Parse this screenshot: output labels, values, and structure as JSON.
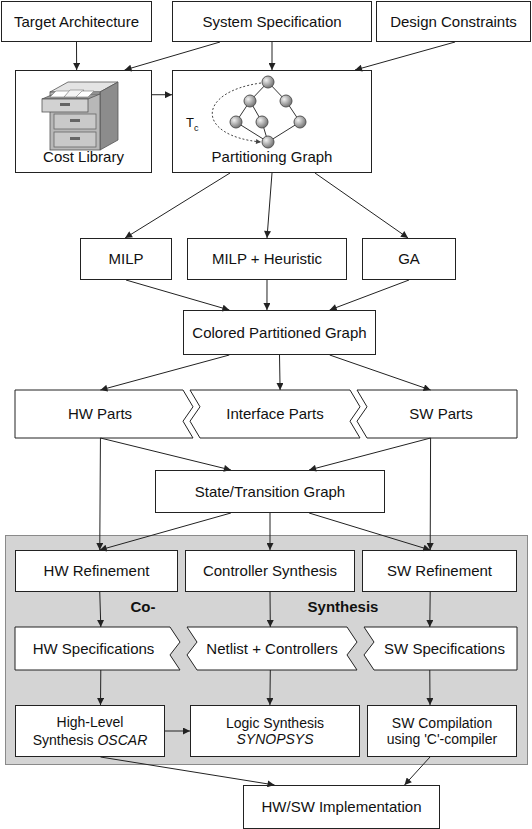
{
  "diagram": {
    "nodes": [
      {
        "text": [
          "Target Architecture"
        ]
      },
      {
        "text": [
          "System Specification"
        ]
      },
      {
        "text": [
          "Design Constraints"
        ]
      },
      {
        "text": [
          "Cost Library"
        ]
      },
      {
        "text": [
          "Partitioning Graph"
        ]
      },
      {
        "text": [
          "MILP"
        ]
      },
      {
        "text": [
          "MILP + Heuristic"
        ]
      },
      {
        "text": [
          "GA"
        ]
      },
      {
        "text": [
          "Colored Partitioned Graph"
        ]
      },
      {
        "text": [
          "HW Parts"
        ]
      },
      {
        "text": [
          "Interface Parts"
        ]
      },
      {
        "text": [
          "SW Parts"
        ]
      },
      {
        "text": [
          "State/Transition Graph"
        ]
      },
      {
        "text": [
          "Co-",
          "Synthesis"
        ]
      },
      {
        "text": [
          "HW Refinement"
        ],
        "in": 13
      },
      {
        "text": [
          "Controller Synthesis"
        ],
        "in": 13
      },
      {
        "text": [
          "SW Refinement"
        ],
        "in": 13
      },
      {
        "text": [
          "HW Specifications"
        ],
        "in": 13
      },
      {
        "text": [
          "Netlist + Controllers"
        ],
        "in": 13
      },
      {
        "text": [
          "SW Specifications"
        ],
        "in": 13
      },
      {
        "text": [
          "High-Level Synthesis",
          "OSCAR"
        ],
        "in": 13
      },
      {
        "text": [
          "Logic Synthesis",
          "SYNOPSYS"
        ],
        "in": 13
      },
      {
        "text": [
          "SW Compilation using 'C'-compiler"
        ],
        "in": 13
      },
      {
        "text": [
          "HW/SW Implementation"
        ]
      }
    ],
    "edges": [
      {
        "from": 0,
        "to": 3,
        "arrow": "to"
      },
      {
        "from": 1,
        "to": 3,
        "arrow": "to"
      },
      {
        "from": 1,
        "to": 4,
        "arrow": "to"
      },
      {
        "from": 2,
        "to": 4,
        "arrow": "to"
      },
      {
        "from": 3,
        "to": 4,
        "arrow": "to"
      },
      {
        "from": 4,
        "to": 5,
        "arrow": "to"
      },
      {
        "from": 4,
        "to": 6,
        "arrow": "to"
      },
      {
        "from": 4,
        "to": 7,
        "arrow": "to"
      },
      {
        "from": 5,
        "to": 8,
        "arrow": "to"
      },
      {
        "from": 6,
        "to": 8,
        "arrow": "to"
      },
      {
        "from": 7,
        "to": 8,
        "arrow": "to"
      },
      {
        "from": 8,
        "to": 9,
        "arrow": "to"
      },
      {
        "from": 8,
        "to": 10,
        "arrow": "to"
      },
      {
        "from": 8,
        "to": 11,
        "arrow": "to"
      },
      {
        "from": 9,
        "to": 12,
        "arrow": "to"
      },
      {
        "from": 9,
        "to": 14,
        "arrow": "to"
      },
      {
        "from": 11,
        "to": 12,
        "arrow": "to"
      },
      {
        "from": 11,
        "to": 16,
        "arrow": "to"
      },
      {
        "from": 12,
        "to": 14,
        "arrow": "to"
      },
      {
        "from": 12,
        "to": 15,
        "arrow": "to"
      },
      {
        "from": 12,
        "to": 16,
        "arrow": "to"
      },
      {
        "from": 14,
        "to": 17,
        "arrow": "to"
      },
      {
        "from": 15,
        "to": 18,
        "arrow": "to"
      },
      {
        "from": 16,
        "to": 19,
        "arrow": "to"
      },
      {
        "from": 17,
        "to": 20,
        "arrow": "to"
      },
      {
        "from": 18,
        "to": 21,
        "arrow": "to"
      },
      {
        "from": 19,
        "to": 22,
        "arrow": "to"
      },
      {
        "from": 20,
        "to": 21,
        "arrow": "to"
      },
      {
        "from": 20,
        "to": 23,
        "arrow": "to"
      },
      {
        "from": 22,
        "to": 23,
        "arrow": "to"
      }
    ],
    "labels": [
      "T",
      "c"
    ]
  }
}
